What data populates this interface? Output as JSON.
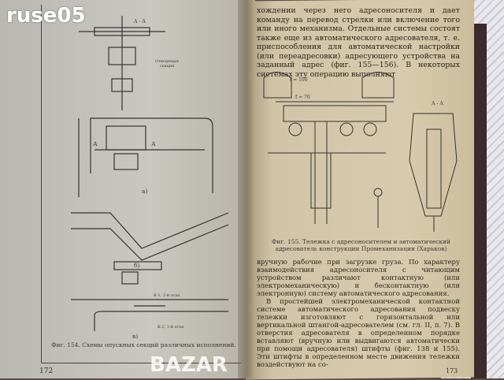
{
  "watermark_top": "ruse05",
  "watermark_bottom": "BAZAR",
  "left_page": {
    "labels": {
      "section_a": "А - А",
      "sensor": "Отводящая секция",
      "label_a1": "А",
      "label_a2": "А",
      "fig_a": "а)",
      "fig_b": "б)",
      "fig_v": "в)",
      "stage1": "К-1, 2-й этап",
      "stage2": "К-2, 1-й этап"
    },
    "caption": "Фиг. 154. Схемы опускных секций различных исполнений.",
    "page_number": "172"
  },
  "right_page": {
    "top_text": "хождении через него адресоносителя и дает команду на перевод стрелки или включение того или иного механизма. Отдельные системы состоят также еще из автоматического адресователя, т. е. приспособления для автоматической настройки (или переадресовки) адресующего устройства на заданный адрес (фиг. 155—156). В некоторых системах эту операцию выполняют",
    "figure_labels": {
      "section": "А - А",
      "dim1": "f = 100",
      "dim2": "f = 70"
    },
    "caption": "Фиг. 155. Тележка с адресоносителем и автоматический адресователь конструкции Промеханизации (Харьков)",
    "body_p1": "вручную рабочие при загрузке груза. По характеру взаимодействия адресоносителя с читающим устройством различают контактную (или электромеханическую) и бесконтактную (или электронную) систему автоматического адресования.",
    "body_p2": "В простейшей электромеханической контактной системе автоматического адресования подвеску тележки изготовляют с горизонтальной или вертикальной штангой-адресователем (см. гл. II, п. 7). В отверстия адресователя в определенном порядке вставляют (вручную или выдвигаются автоматически при помощи адресователя) штифты (фиг. 138 и 155). Эти штифты в определенном месте движения тележки воздействуют на со-",
    "page_number": "173"
  }
}
